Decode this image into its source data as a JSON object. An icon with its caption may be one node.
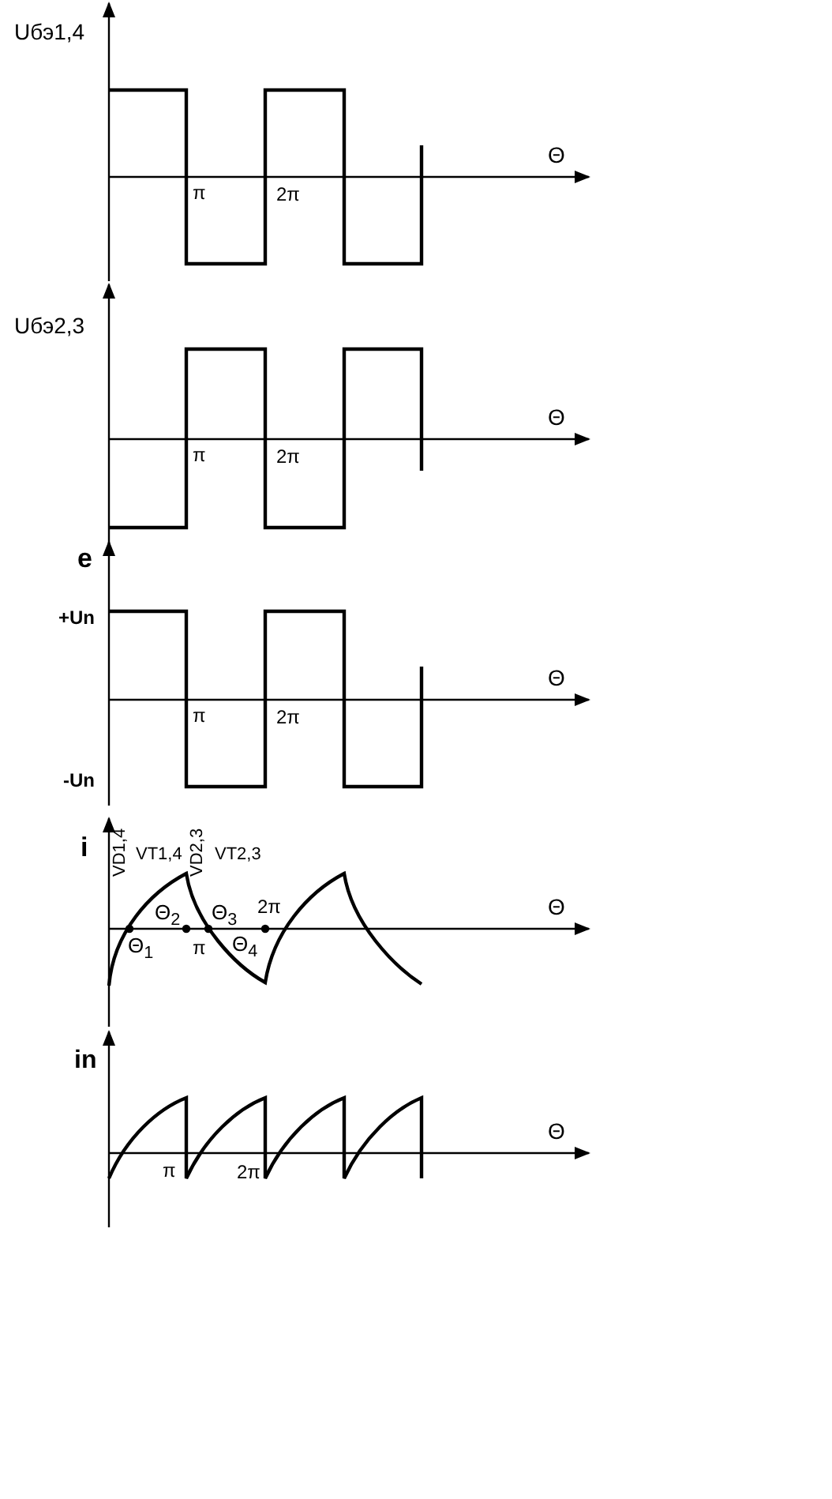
{
  "diagram": {
    "labels": [
      "Uбэ1,4",
      "Θ",
      "π",
      "2π",
      "Uбэ2,3",
      "Θ",
      "π",
      "2π",
      "e",
      "+Un",
      "Θ",
      "π",
      "2π",
      "-Un",
      "i",
      "VD1,4",
      "VT1,4",
      "VD2,3",
      "VT2,3",
      "Θ$_{2}$",
      "Θ$_{3}$",
      "2π",
      "Θ",
      "Θ$_{1}$",
      "π",
      "Θ$_{4}$",
      "in",
      "Θ",
      "π",
      "2π"
    ]
  }
}
